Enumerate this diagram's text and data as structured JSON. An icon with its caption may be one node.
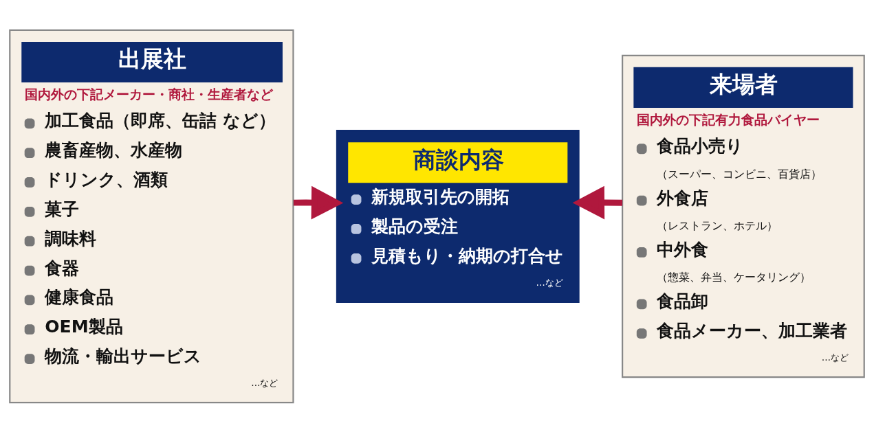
{
  "diagram": {
    "nodes": [
      {
        "text": [
          "出展社",
          "国内外の下記メーカー・商社・生産者など",
          "加工食品（即席、缶詰 など）",
          "農畜産物、水産物",
          "ドリンク、酒類",
          "菓子",
          "調味料",
          "食器",
          "健康食品",
          "OEM製品",
          "物流・輸出サービス",
          "…など"
        ]
      },
      {
        "text": [
          "商談内容",
          "新規取引先の開拓",
          "製品の受注",
          "見積もり・納期の打合せ",
          "…など"
        ]
      },
      {
        "text": [
          "来場者",
          "国内外の下記有力食品バイヤー",
          "食品小売り",
          "（スーパー、コンビニ、百貨店）",
          "外食店",
          "（レストラン、ホテル）",
          "中外食",
          "（惣菜、弁当、ケータリング）",
          "食品卸",
          "食品メーカー、加工業者",
          "…など"
        ]
      }
    ],
    "edges": [
      {
        "from": 0,
        "to": 1,
        "arrow": "to"
      },
      {
        "from": 2,
        "to": 1,
        "arrow": "to"
      }
    ]
  }
}
